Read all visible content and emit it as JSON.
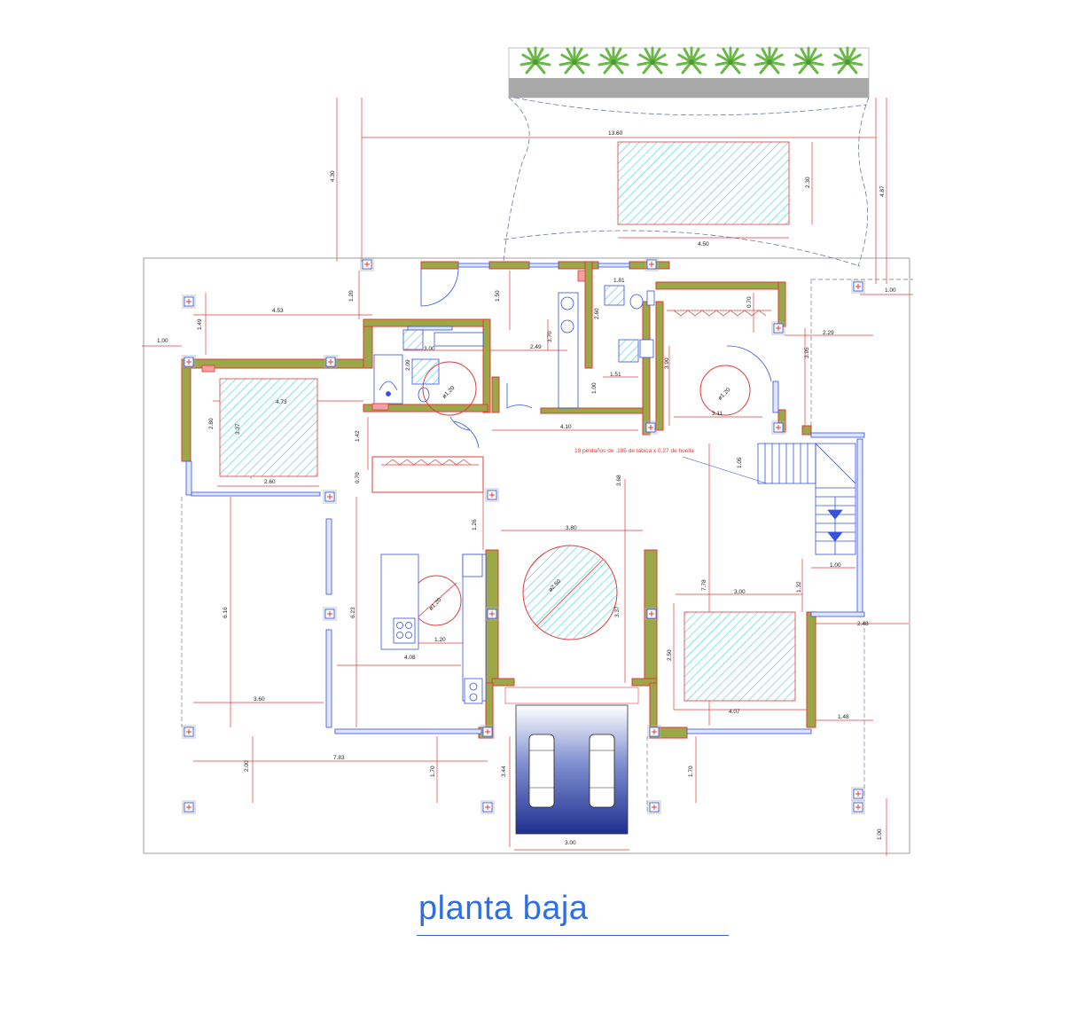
{
  "title": "planta baja",
  "note": "19 peldaños de .185 de tabica x 0.27 de huella",
  "dimensions": {
    "d_13_60": "13.60",
    "d_4_30": "4.30",
    "d_2_30": "2.30",
    "d_4_87": "4.87",
    "d_4_50": "4.50",
    "d_1_00_a": "1.00",
    "d_1_00_b": "1.00",
    "d_1_00_c": "1.00",
    "d_1_00_d": "1.00",
    "d_1_20_top": "1.20",
    "d_1_49": "1.49",
    "d_4_53": "4.53",
    "d_1_50": "1.50",
    "d_1_81": "1.81",
    "d_0_70_a": "0.70",
    "d_2_29": "2.29",
    "d_3_00_bath": "3.00",
    "d_2_09": "2.09",
    "d_3_70": "3.70",
    "d_2_49": "2.49",
    "d_2_60_a": "2.60",
    "d_3_90": "3.90",
    "d_3_95": "3.95",
    "d_1_51": "1.51",
    "d_1_00_e": "1.00",
    "d_4_73": "4.73",
    "d_2_80": "2.80",
    "d_3_37_a": "3.37",
    "d_4_10": "4.10",
    "d_3_11": "3.11",
    "d_1_42": "1.42",
    "d_0_70_b": "0.70",
    "d_2_60_b": "2.60",
    "d_1_05": "1.05",
    "d_3_68": "3.68",
    "d_1_26": "1.26",
    "d_3_80": "3.80",
    "d_7_78": "7.78",
    "d_1_00_stair": "1.00",
    "d_1_32": "1.32",
    "d_3_00_b": "3.00",
    "d_6_16": "6.16",
    "d_6_23": "6.23",
    "d_1_20_kitchen": "1.20",
    "d_4_08": "4.08",
    "d_3_37_b": "3.37",
    "d_2_50": "2.50",
    "d_2_48": "2.48",
    "d_3_60": "3.60",
    "d_4_07": "4.07",
    "d_1_48": "1.48",
    "d_7_83": "7.83",
    "d_2_00": "2.00",
    "d_1_70_a": "1.70",
    "d_3_44": "3.44",
    "d_1_70_b": "1.70",
    "d_3_00_c": "3.00"
  },
  "turning_circles": {
    "bath": "ø1.20",
    "bedroom_right": "ø1.20",
    "kitchen": "ø1.20",
    "dining": "ø2.50"
  },
  "colors": {
    "wall": "#e23b3b",
    "wall_fill": "#7a8f3a",
    "hatch": "#5fd3d8",
    "window": "#3650e0",
    "title": "#2f6fe0",
    "dimension": "#e23b3b",
    "garage_dark": "#2a3a9a"
  }
}
